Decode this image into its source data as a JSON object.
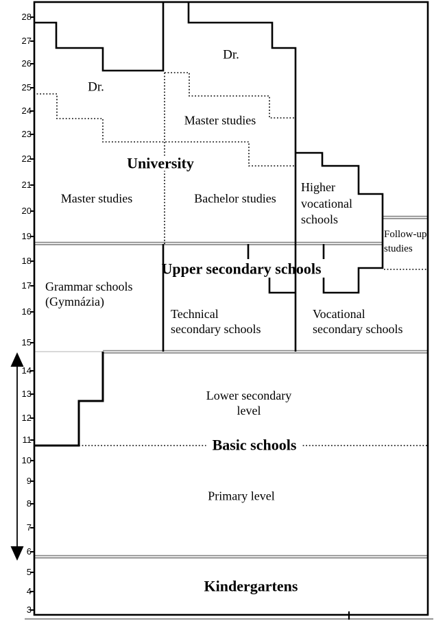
{
  "diagram": {
    "axis": {
      "ticks": [
        "28",
        "27",
        "26",
        "25",
        "24",
        "23",
        "22",
        "21",
        "20",
        "19",
        "18",
        "17",
        "16",
        "15",
        "14",
        "13",
        "12",
        "11",
        "10",
        "9",
        "8",
        "7",
        "6",
        "5",
        "4",
        "3"
      ],
      "range_min": "3",
      "range_max": "28"
    },
    "labels": {
      "dr_left": "Dr.",
      "dr_right": "Dr.",
      "master_studies_top": "Master studies",
      "university": "University",
      "master_studies_left": "Master studies",
      "bachelor_studies": "Bachelor studies",
      "higher_vocational": "Higher\nvocational\nschools",
      "follow_up": "Follow-up\nstudies",
      "upper_secondary": "Upper secondary schools",
      "grammar_schools": "Grammar schools\n(Gymnázia)",
      "technical_secondary": "Technical\nsecondary schools",
      "vocational_secondary": "Vocational\nsecondary schools",
      "lower_secondary": "Lower secondary\nlevel",
      "basic_schools": "Basic schools",
      "primary_level": "Primary level",
      "kindergartens": "Kindergartens"
    },
    "colors": {
      "line": "#000000",
      "separator": "#8a8a8a",
      "thin_separator": "#c0c0c0",
      "background": "#ffffff"
    }
  }
}
